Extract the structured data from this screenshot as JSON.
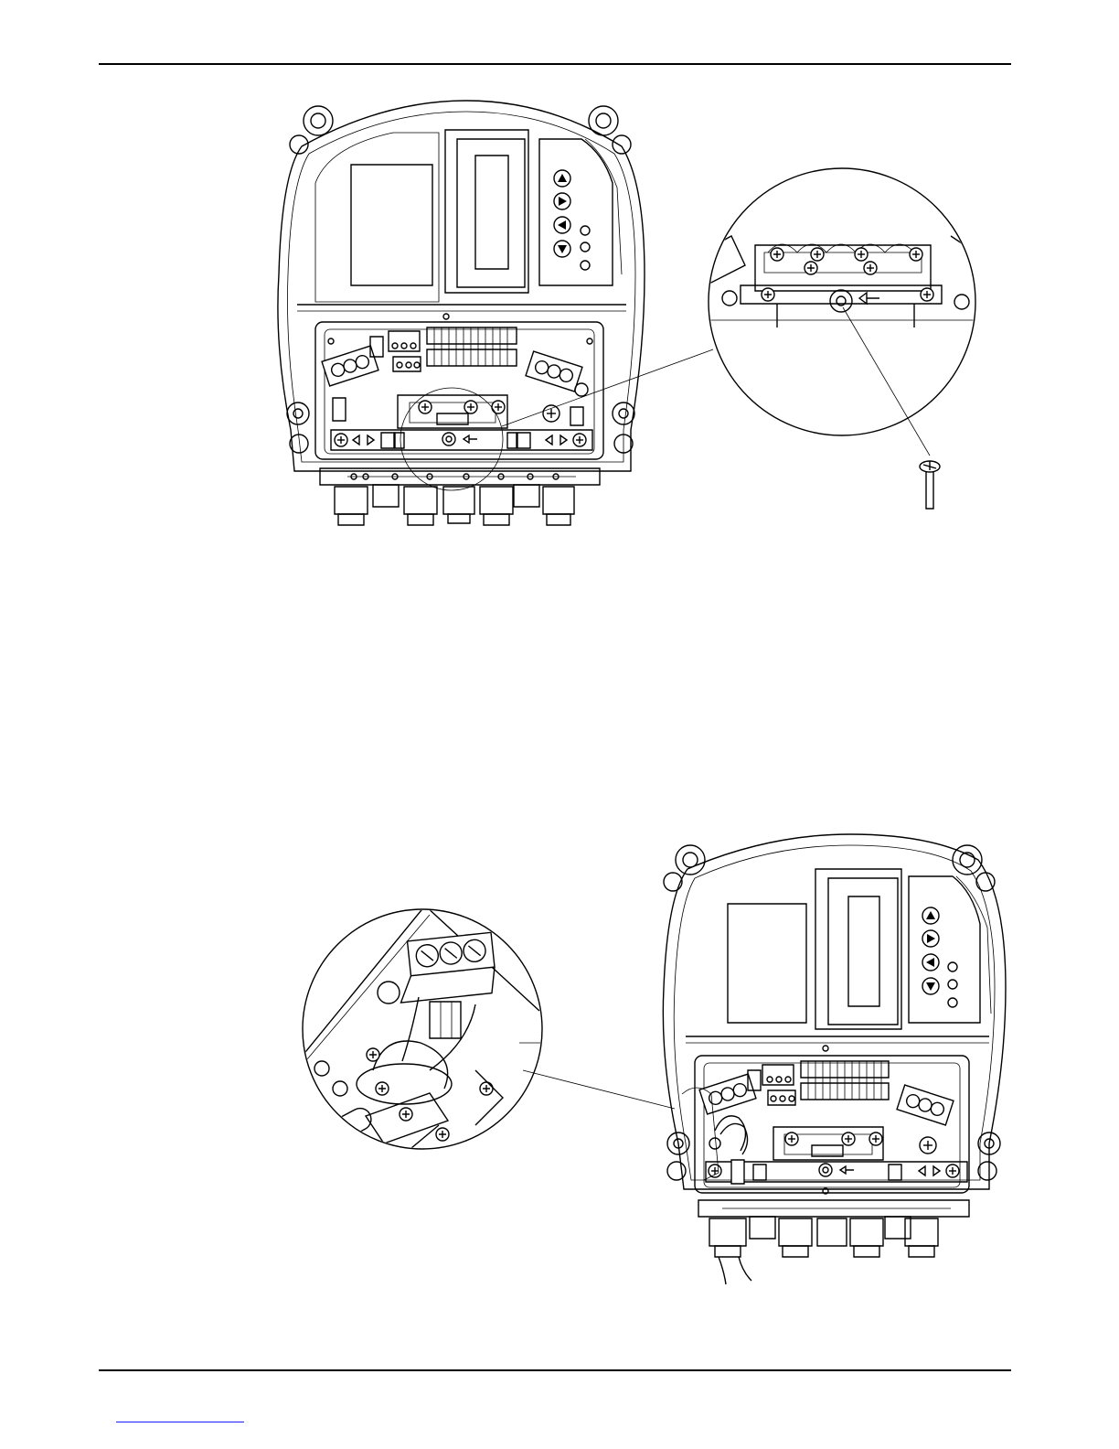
{
  "document": {
    "page_width": 1224,
    "page_height": 1584
  },
  "figures": [
    {
      "id": "figure-1",
      "icons": [
        "instrument-front-icon",
        "detail-circle-icon",
        "screw-icon",
        "arrow-icon"
      ]
    },
    {
      "id": "figure-2",
      "icons": [
        "instrument-front-icon",
        "detail-circle-icon",
        "cable-gland-icon",
        "ground-lug-icon"
      ]
    }
  ],
  "colors": {
    "line": "#000000",
    "background": "#ffffff",
    "link": "#1a1aff"
  }
}
